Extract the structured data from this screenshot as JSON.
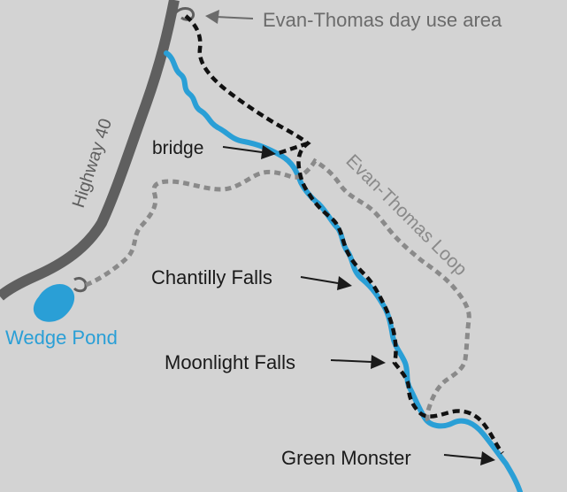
{
  "labels": {
    "highway": "Highway 40",
    "day_use": "Evan-Thomas day use area",
    "loop": "Evan-Thomas Loop",
    "bridge": "bridge",
    "chantilly": "Chantilly Falls",
    "moonlight": "Moonlight Falls",
    "green_monster": "Green Monster",
    "wedge_pond": "Wedge Pond"
  },
  "colors": {
    "background": "#d3d3d3",
    "highway": "#5f5f5f",
    "river": "#2a9fd6",
    "main_trail": "#111111",
    "loop_trail": "#8a8a8a",
    "label_dark": "#1a1a1a",
    "label_gray": "#6b6b6b",
    "label_blue": "#2a9fd6"
  }
}
